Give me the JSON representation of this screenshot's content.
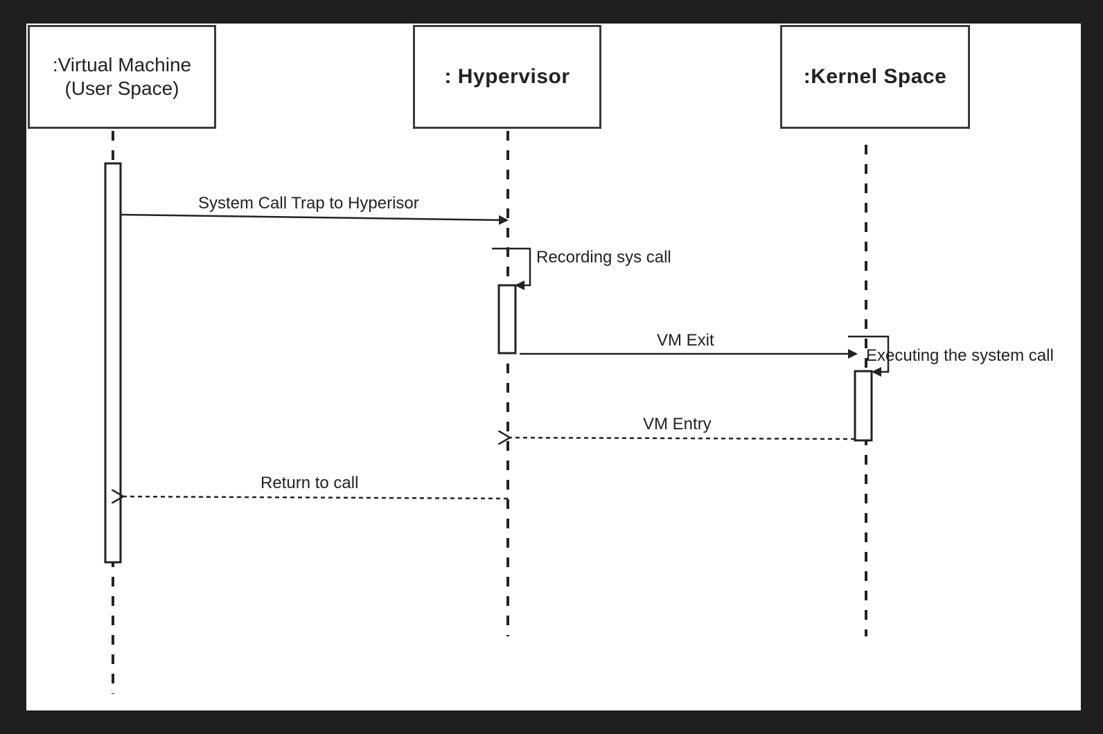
{
  "participants": {
    "vm": {
      "line1": ":Virtual Machine",
      "line2": "(User Space)"
    },
    "hypervisor": {
      "label": ": Hypervisor"
    },
    "kernel": {
      "label": ":Kernel Space"
    }
  },
  "messages": {
    "trap": "System Call Trap to Hyperisor",
    "record": "Recording sys call",
    "vm_exit": "VM Exit",
    "execute": "Executing the system call",
    "vm_entry": "VM Entry",
    "return": "Return to call"
  },
  "colors": {
    "line": "#222222",
    "frame": "#1f1f1f",
    "background": "#ffffff"
  }
}
